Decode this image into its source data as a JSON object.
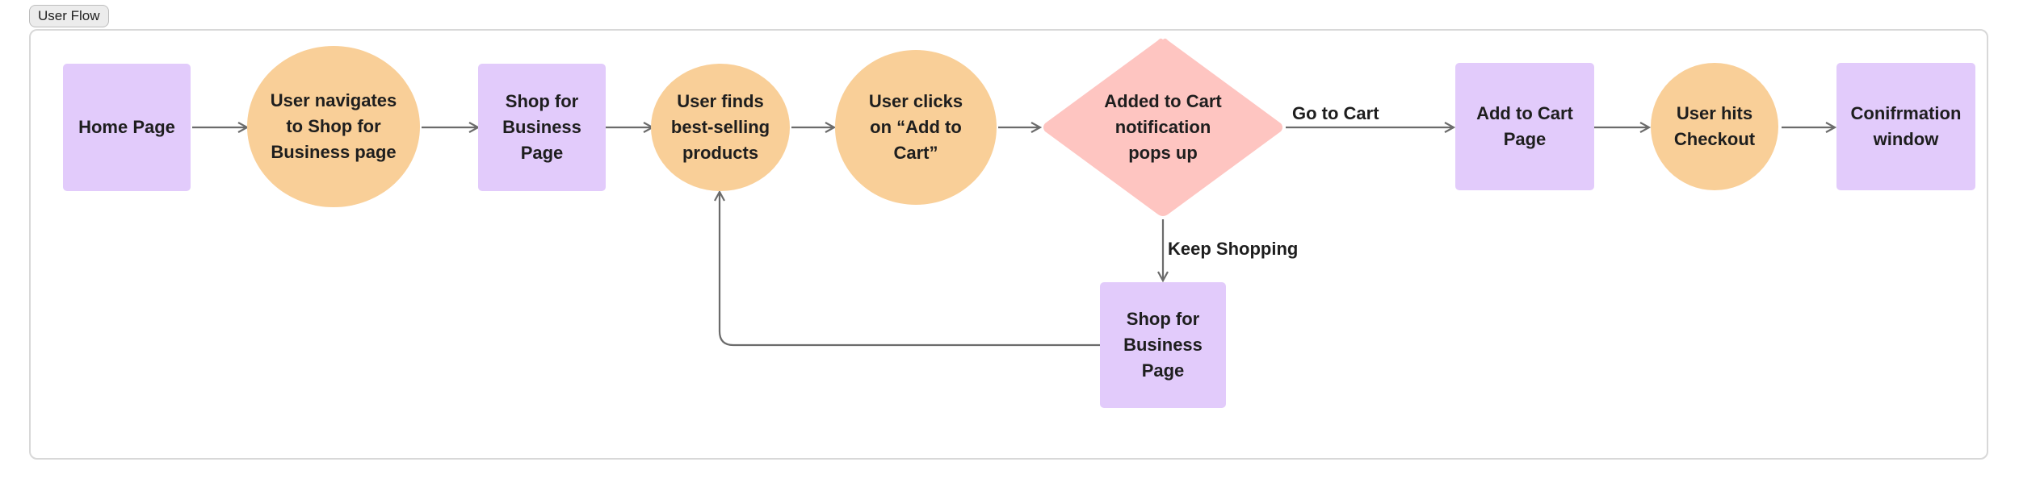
{
  "frame": {
    "title": "User Flow"
  },
  "nodes": {
    "home": "Home Page",
    "navigate": "User navigates to Shop for Business page",
    "shop1": "Shop for Business Page",
    "finds": "User finds best-selling products",
    "clicks": "User clicks on “Add to Cart”",
    "added": "Added to Cart notification pops up",
    "cart_page": "Add to Cart Page",
    "checkout": "User hits Checkout",
    "confirm": "Conifrmation window",
    "shop2": "Shop for Business Page"
  },
  "edges": {
    "go_to_cart": "Go to Cart",
    "keep_shopping": "Keep Shopping"
  },
  "colors": {
    "page_node": "#e2cbfb",
    "action_node": "#f9cf98",
    "decision_node": "#fec5c1",
    "connector": "#6b6b6b"
  }
}
